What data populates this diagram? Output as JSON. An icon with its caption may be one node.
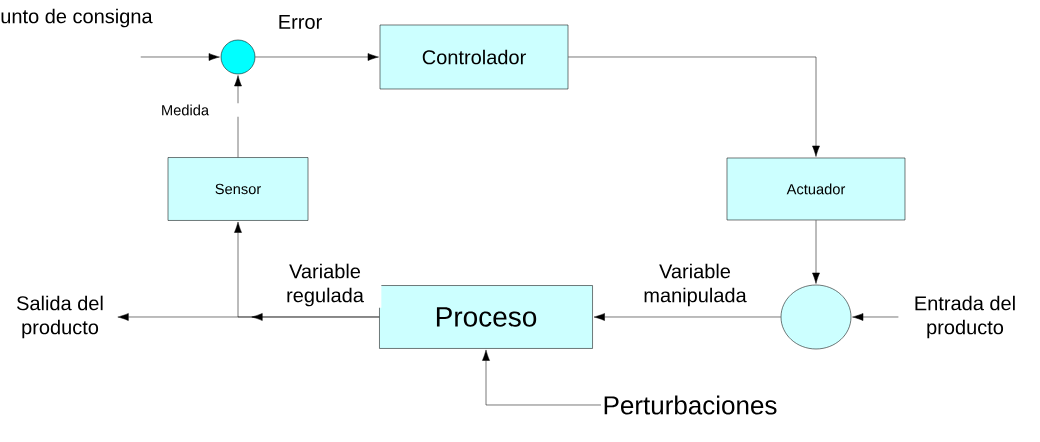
{
  "diagram": {
    "nodes": [
      {
        "text": [],
        "shape": "circle"
      },
      {
        "text": [
          "Controlador"
        ]
      },
      {
        "text": [
          "Actuador"
        ]
      },
      {
        "text": [
          "Sensor"
        ]
      },
      {
        "text": [
          "Proceso"
        ]
      },
      {
        "text": [],
        "shape": "circle"
      },
      {
        "text": [
          "Salida del producto"
        ]
      },
      {
        "text": [
          "Entrada del producto"
        ]
      },
      {
        "text": [
          "Perturbaciones"
        ]
      }
    ],
    "edges": [
      {
        "from": null,
        "to": 0,
        "arrow": "to"
      },
      {
        "from": 0,
        "to": 1,
        "arrow": "to",
        "label": "Error"
      },
      {
        "from": 1,
        "to": 2,
        "arrow": "to"
      },
      {
        "from": 2,
        "to": 5,
        "arrow": "to"
      },
      {
        "from": 7,
        "to": 5,
        "arrow": "to"
      },
      {
        "from": 5,
        "to": 4,
        "arrow": "to",
        "label": "Variable manipulada"
      },
      {
        "from": 4,
        "to": 6,
        "arrow": "to",
        "label": "Variable regulada"
      },
      {
        "from": 4,
        "to": 3,
        "arrow": "to"
      },
      {
        "from": 3,
        "to": 0,
        "arrow": "to",
        "label": "Medida"
      },
      {
        "from": 8,
        "to": 4,
        "arrow": "to"
      }
    ],
    "labels": [
      "unto de consigna"
    ]
  }
}
